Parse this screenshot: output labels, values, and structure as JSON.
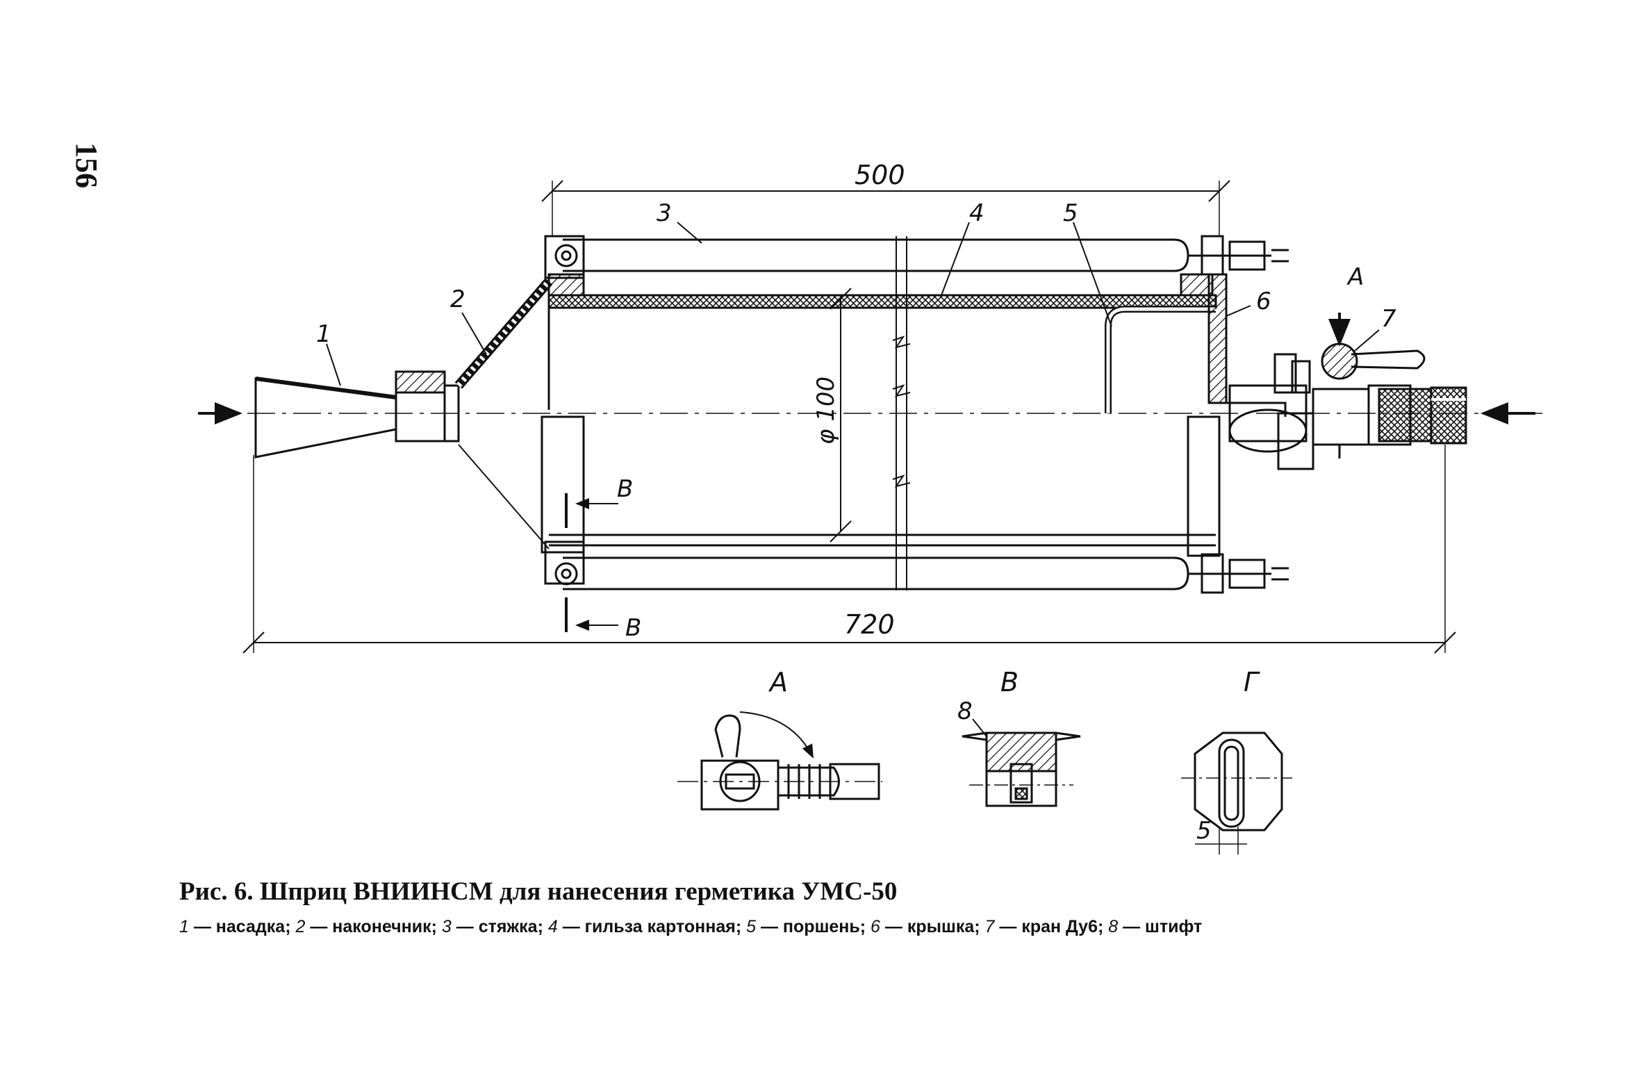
{
  "page": {
    "number": "156"
  },
  "caption": {
    "title": "Рис. 6. Шприц ВНИИНСМ для нанесения герметика УМС-50"
  },
  "legend": [
    {
      "num": "1",
      "text": " — насадка; "
    },
    {
      "num": "2",
      "text": " — наконечник; "
    },
    {
      "num": "3",
      "text": " — стяжка; "
    },
    {
      "num": "4",
      "text": " — гильза картонная; "
    },
    {
      "num": "5",
      "text": " — поршень; "
    },
    {
      "num": "6",
      "text": " — крышка; "
    },
    {
      "num": "7",
      "text": " — кран Ду6; "
    },
    {
      "num": "8",
      "text": " — штифт"
    }
  ],
  "dimensions": {
    "length_top": "500",
    "length_total": "720",
    "diameter": "φ 100",
    "detail_g": "5"
  },
  "parts": [
    "1",
    "2",
    "3",
    "4",
    "5",
    "6",
    "7",
    "8"
  ],
  "views": {
    "a": "А",
    "v": "В",
    "g": "Г"
  },
  "section_marks": {
    "a": "А",
    "v1": "В",
    "v2": "В"
  }
}
